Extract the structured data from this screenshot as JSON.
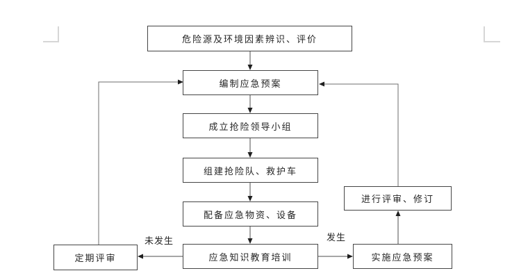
{
  "colors": {
    "box_border": "#454545",
    "connector": "#4d4d4d",
    "loop_line": "#6e6e6e",
    "arrowhead": "#1f1f1f",
    "text": "#262626",
    "corner_mark": "#d6d6d6",
    "page_bg": "#ffffff"
  },
  "flowchart": {
    "nodes": {
      "hazard_identification": {
        "label": "危险源及环境因素辨识、评价"
      },
      "compile_plan": {
        "label": "编制应急预案"
      },
      "leadership_group": {
        "label": "成立抢险领导小组"
      },
      "rescue_team": {
        "label": "组建抢险队、救护车"
      },
      "supplies_equipment": {
        "label": "配备应急物资、设备"
      },
      "education_training": {
        "label": "应急知识教育培训"
      },
      "periodic_review": {
        "label": "定期评审"
      },
      "implement_plan": {
        "label": "实施应急预案"
      },
      "review_revision": {
        "label": "进行评审、修订"
      }
    },
    "edge_labels": {
      "not_occurred": "未发生",
      "occurred": "发生"
    }
  }
}
